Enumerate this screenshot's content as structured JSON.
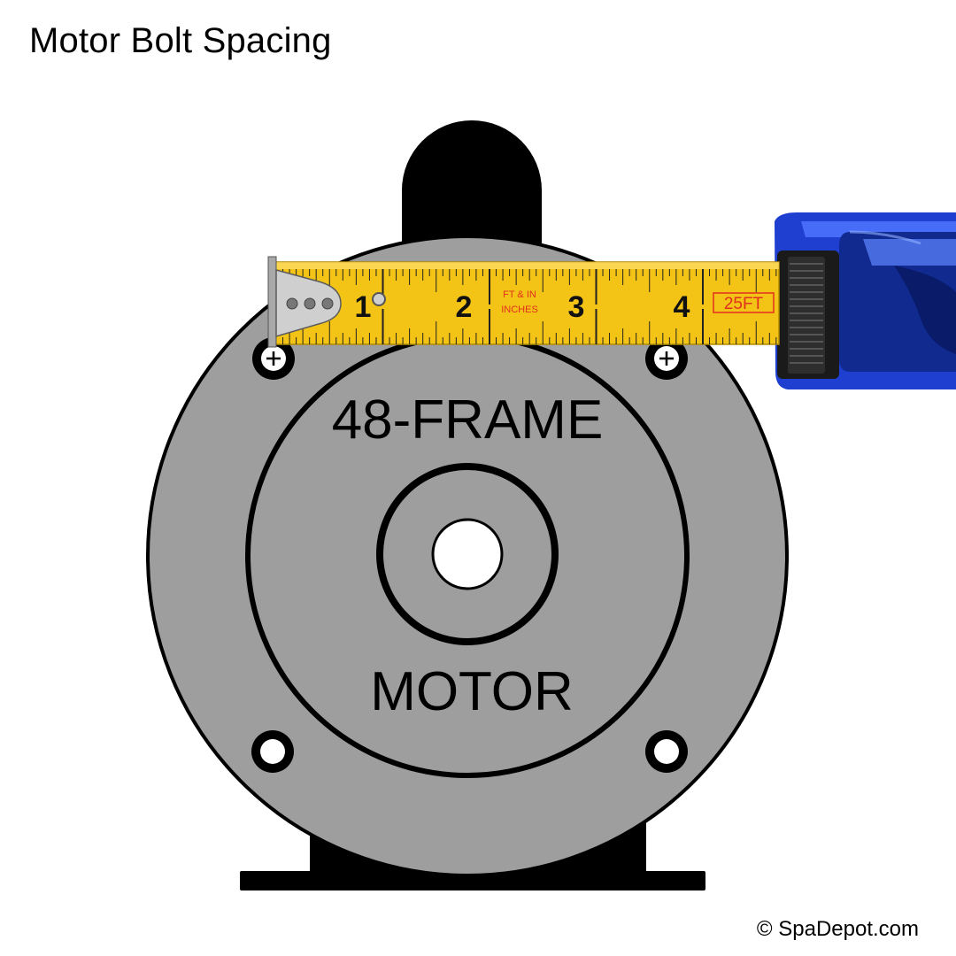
{
  "title": "Motor Bolt Spacing",
  "motor": {
    "line1": "48-FRAME",
    "line2": "MOTOR"
  },
  "tape": {
    "numbers": [
      "1",
      "2",
      "3",
      "4"
    ],
    "unit_top": "FT & IN",
    "unit_bottom": "INCHES",
    "length_badge": "25FT"
  },
  "copyright": "© SpaDepot.com",
  "colors": {
    "motor_face": "#9e9e9e",
    "outline": "#000000",
    "tape_yellow": "#f3c316",
    "tape_case_blue": "#1e3fd0",
    "tape_red": "#e0301e"
  },
  "icons": [
    "plus-screw-icon",
    "bolt-hole-icon",
    "tape-hook-icon",
    "tape-measure-case-icon"
  ]
}
